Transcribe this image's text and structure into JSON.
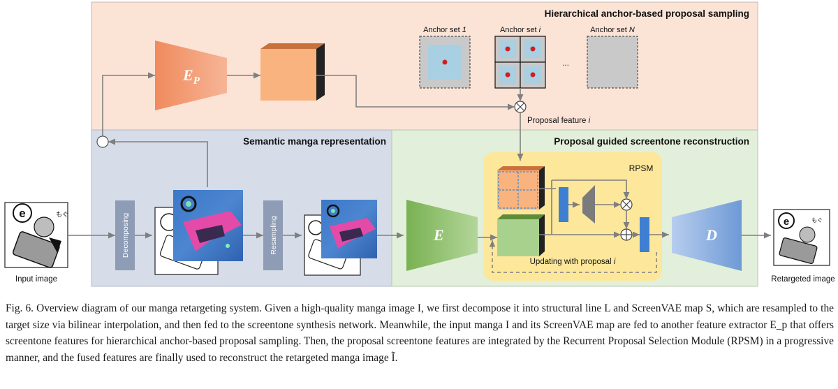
{
  "figure": {
    "sections": {
      "top_title": "Hierarchical anchor-based proposal sampling",
      "left_title": "Semantic manga representation",
      "right_title": "Proposal guided screentone reconstruction"
    },
    "encoder_p": {
      "label": "E",
      "subscript": "P"
    },
    "encoder": {
      "label": "E"
    },
    "decoder": {
      "label": "D"
    },
    "anchor_sets": [
      {
        "prefix": "Anchor set ",
        "index": "1"
      },
      {
        "prefix": "Anchor set ",
        "index": "i"
      },
      {
        "prefix": "Anchor set ",
        "index": "N"
      }
    ],
    "ellipsis": "...",
    "proposal_feature": {
      "prefix": "Proposal feature ",
      "index": "i"
    },
    "rpsm_label": "RPSM",
    "updating": {
      "prefix": "Updating with proposal ",
      "index": "i"
    },
    "decomposing_label": "Decomposing",
    "resampling_label": "Resampling",
    "input_label": "Input image",
    "output_label": "Retargeted image",
    "colors": {
      "top_bg": "#fbe3d6",
      "left_bg": "#d6dce8",
      "right_bg": "#e2efda",
      "rpsm_bg": "#fde79a",
      "encoder_p": "#f4a57f",
      "encoder": "#8fc06a",
      "decoder": "#8fb3e3"
    }
  },
  "caption": {
    "fig_label": "Fig. 6.",
    "text": "Overview diagram of our manga retargeting system. Given a high-quality manga image I, we first decompose it into structural line L and ScreenVAE map S, which are resampled to the target size via bilinear interpolation, and then fed to the screentone synthesis network. Meanwhile, the input manga I and its ScreenVAE map are fed to another feature extractor E_p that offers screentone features for hierarchical anchor-based proposal sampling. Then, the proposal screentone features are integrated by the Recurrent Proposal Selection Module (RPSM) in a progressive manner, and the fused features are finally used to reconstruct the retargeted manga image Ĩ."
  }
}
